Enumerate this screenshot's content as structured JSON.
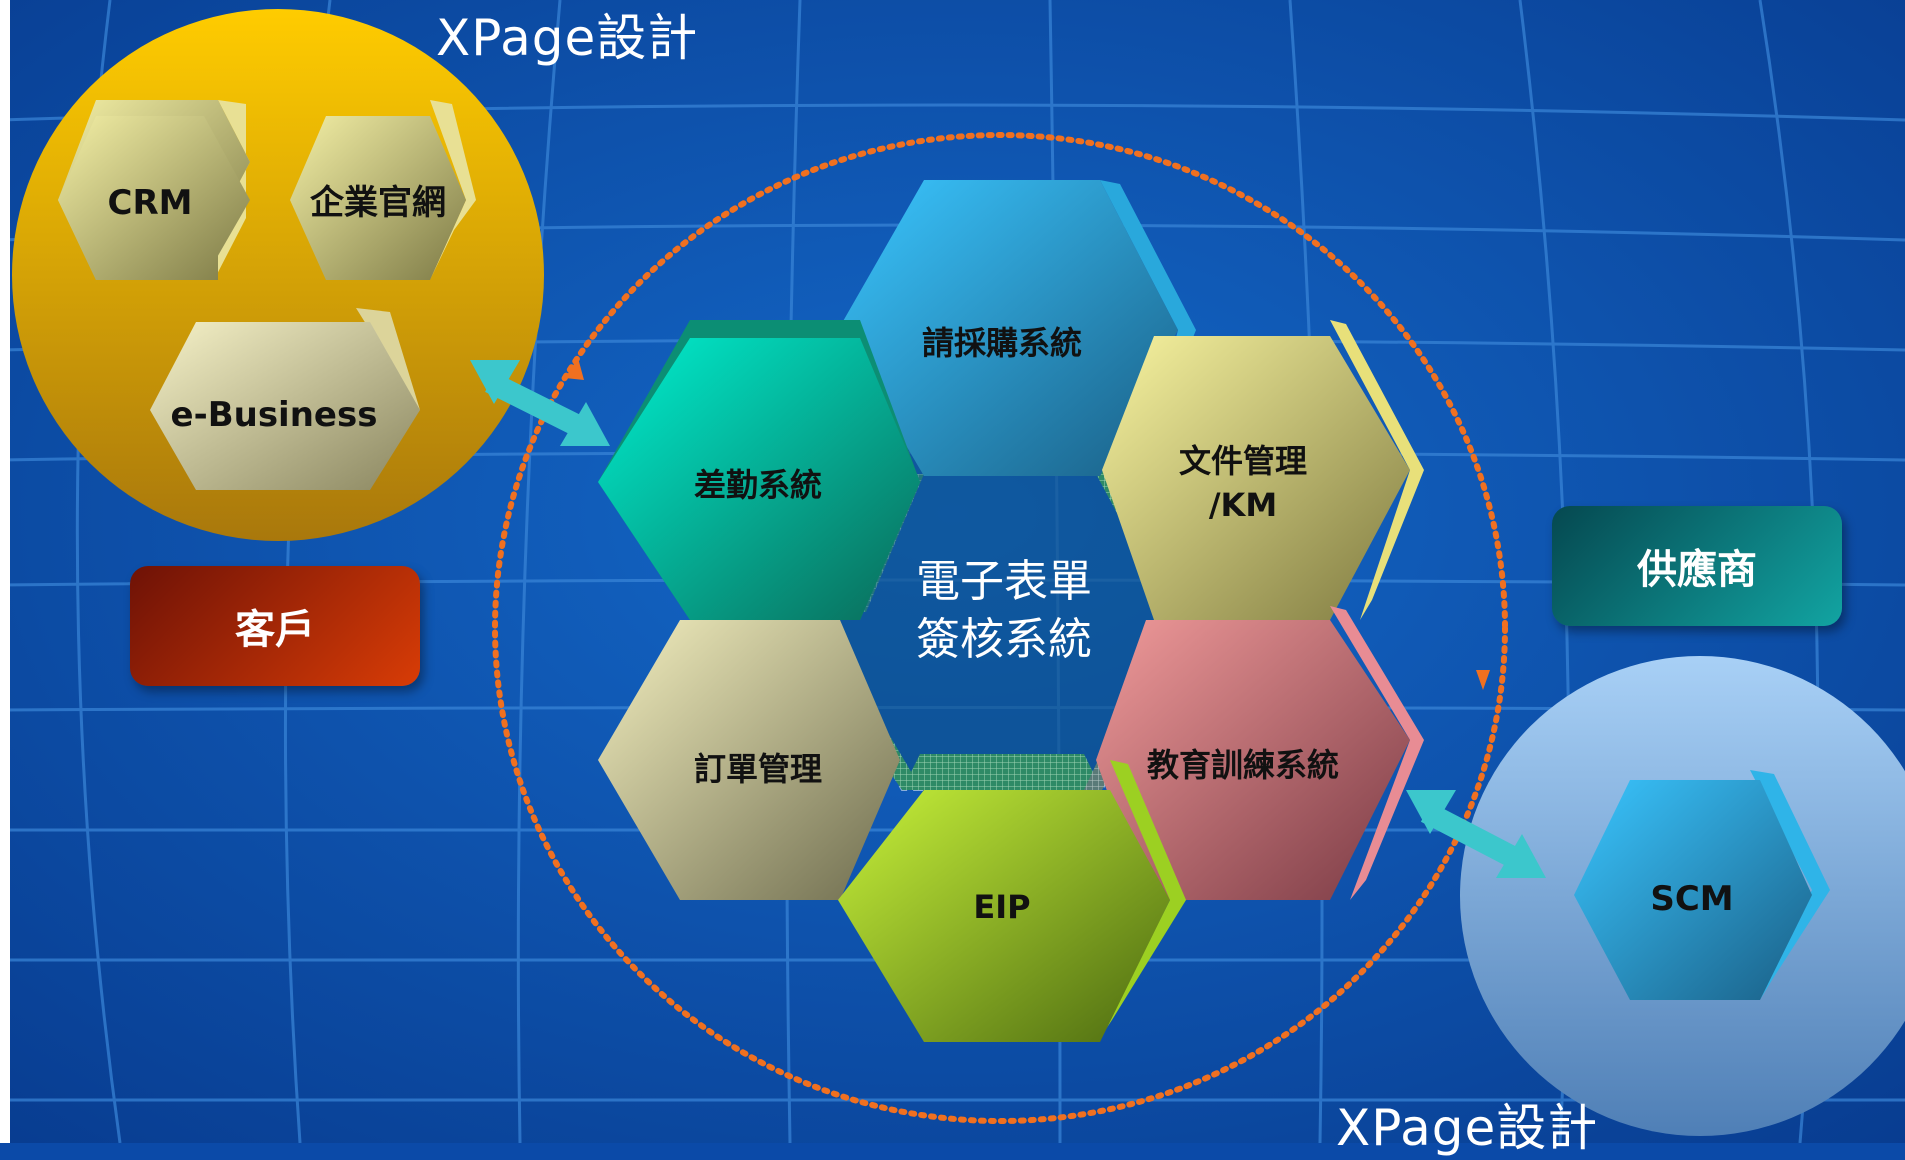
{
  "captions": {
    "top": "XPage設計",
    "bottom": "XPage設計"
  },
  "customer_circle": {
    "items": [
      "CRM",
      "企業官網",
      "e-Business"
    ]
  },
  "customer_label": "客戶",
  "supplier_label": "供應商",
  "supplier_circle": {
    "items": [
      "SCM"
    ]
  },
  "center": {
    "lines": [
      "電子表單",
      "簽核系統"
    ]
  },
  "modules": [
    {
      "id": "purchase",
      "lines": [
        "請採購系統"
      ],
      "color": "#2a9fd6"
    },
    {
      "id": "docs",
      "lines": [
        "文件管理",
        "/KM"
      ],
      "color": "#c9c37a"
    },
    {
      "id": "training",
      "lines": [
        "教育訓練系統"
      ],
      "color": "#c86a72"
    },
    {
      "id": "eip",
      "lines": [
        "EIP"
      ],
      "color": "#8fb824"
    },
    {
      "id": "orders",
      "lines": [
        "訂單管理"
      ],
      "color": "#b9b48e"
    },
    {
      "id": "attendance",
      "lines": [
        "差勤系統"
      ],
      "color": "#0fb996"
    }
  ],
  "colors": {
    "background": "#0b4aa8",
    "customer_circle": "#e0aa10",
    "supplier_circle": "#8fb8e6",
    "customer_box": "#a8200c",
    "supplier_box": "#0a6e70",
    "ring": "#f07020",
    "arrow": "#3cc7cc"
  }
}
